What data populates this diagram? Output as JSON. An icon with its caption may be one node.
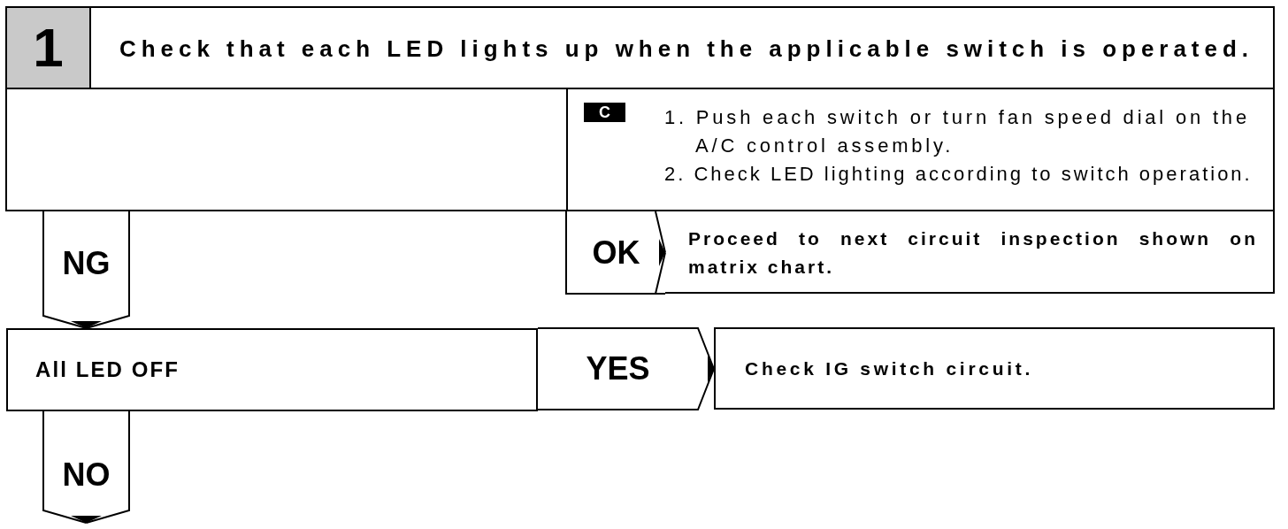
{
  "diagram": {
    "nodes": [
      {
        "text": [
          "1",
          "Check that each LED lights up when the applicable switch is operated.",
          "C",
          "1. Push each switch or turn fan speed dial on the A/C control assembly.",
          "2. Check LED lighting according to switch operation."
        ]
      },
      {
        "text": [
          "Proceed to next circuit inspection shown on matrix chart."
        ]
      },
      {
        "text": [
          "All LED OFF"
        ]
      },
      {
        "text": [
          "Check IG switch circuit."
        ]
      }
    ],
    "edges": [
      {
        "from": 0,
        "to": 2,
        "arrow": "to",
        "label": "NG"
      },
      {
        "from": 0,
        "to": 1,
        "arrow": "to",
        "label": "OK"
      },
      {
        "from": 2,
        "to": 3,
        "arrow": "to",
        "label": "YES"
      },
      {
        "from": 2,
        "to": null,
        "arrow": "to",
        "label": "NO"
      }
    ]
  }
}
